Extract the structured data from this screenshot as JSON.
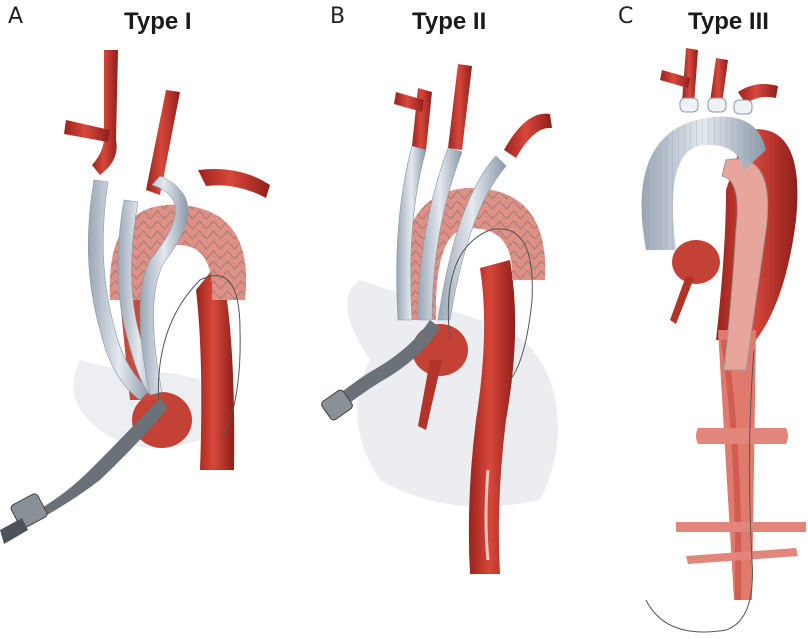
{
  "panels": [
    {
      "letter": "A",
      "title": "Type I"
    },
    {
      "letter": "B",
      "title": "Type II"
    },
    {
      "letter": "C",
      "title": "Type III"
    }
  ],
  "colors": {
    "artery": "#c8372d",
    "artery_dark": "#8e1f1a",
    "artery_light": "#e27a6a",
    "graft": "#c9d3de",
    "graft_dark": "#8b98a8",
    "stent_wire": "#7a7a7a",
    "heart_ghost": "#e6e8ec",
    "catheter": "#555b61"
  }
}
